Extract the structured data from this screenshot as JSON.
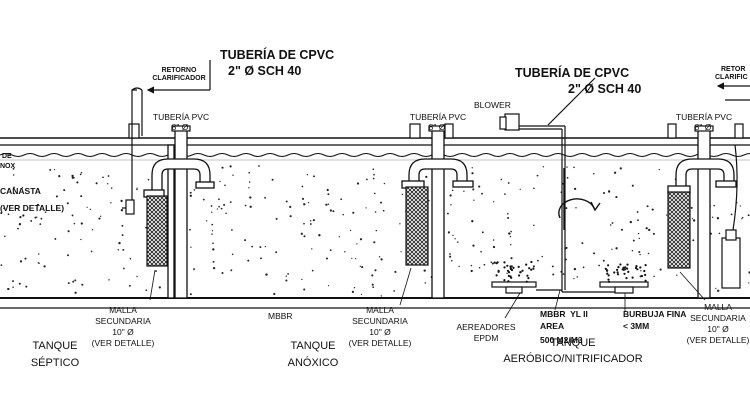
{
  "labels": {
    "cpvc_left_1": "TUBERÍA DE CPVC",
    "cpvc_left_2": "2\" Ø SCH 40",
    "cpvc_mid_1": "TUBERÍA DE CPVC",
    "cpvc_mid_2": "2\" Ø SCH 40",
    "retorno_left_1": "RETORNO",
    "retorno_left_2": "CLARIFICADOR",
    "retorno_right_1": "RETOR",
    "retorno_right_2": "CLARIFIC",
    "blower": "BLOWER",
    "pvc_pipe_1a": "TUBERÍA PVC",
    "pvc_pipe_1b": "8\" Ø",
    "pvc_pipe_2a": "TUBERÍA PVC",
    "pvc_pipe_2b": "8\" Ø",
    "pvc_pipe_3a": "TUBERÍA PVC",
    "pvc_pipe_3b": "8\" Ø",
    "left_edge_de": "DE",
    "left_edge_nox": "NOX",
    "canasta": "CANASTA",
    "ver_detalle_left": "(VER DETALLE)",
    "malla1_a": "MALLA",
    "malla1_b": "SECUNDARIA",
    "malla1_c": "10\" Ø",
    "malla1_d": "(VER DETALLE)",
    "malla2_a": "MALLA",
    "malla2_b": "SECUNDARIA",
    "malla2_c": "10\" Ø",
    "malla2_d": "(VER DETALLE)",
    "malla3_a": "MALLA",
    "malla3_b": "SECUNDARIA",
    "malla3_c": "10\" Ø",
    "malla3_d": "(VER DETALLE)",
    "mbbr": "MBBR",
    "aereadores_1": "AEREADORES",
    "aereadores_2": "EPDM",
    "mbbr_spec_1": "MBBR  YL II",
    "mbbr_spec_2": "AREA",
    "mbbr_spec_3": "500 M2/M3",
    "burbuja_1": "BURBUJA FINA",
    "burbuja_2": "< 3MM",
    "tank1_a": "TANQUE",
    "tank1_b": "SÉPTICO",
    "tank2_a": "TANQUE",
    "tank2_b": "ANÓXICO",
    "tank3_a": "TANQUE",
    "tank3_b": "AERÓBICO/NITRIFICADOR"
  }
}
